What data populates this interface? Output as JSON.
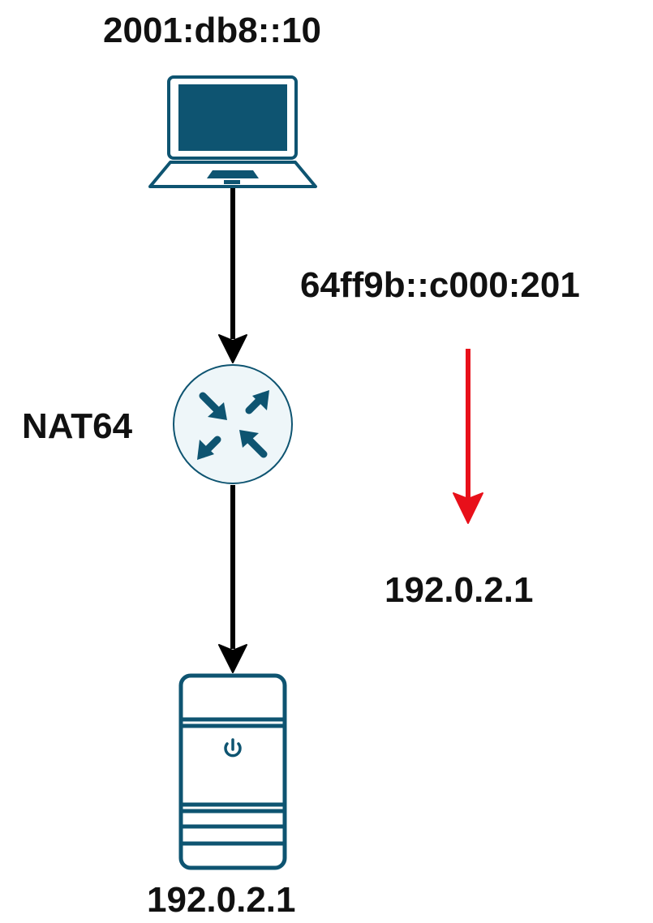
{
  "nodes": {
    "laptop": {
      "label": "2001:db8::10",
      "icon": "laptop-icon"
    },
    "router": {
      "label": "NAT64",
      "icon": "router-icon"
    },
    "server": {
      "label": "192.0.2.1",
      "icon": "server-icon"
    }
  },
  "translation": {
    "from": "64ff9b::c000:201",
    "to": "192.0.2.1",
    "arrow_color": "#e8101a"
  },
  "colors": {
    "icon_fill": "#0e5471",
    "router_bg": "#eef6f9",
    "edge": "#000000"
  }
}
